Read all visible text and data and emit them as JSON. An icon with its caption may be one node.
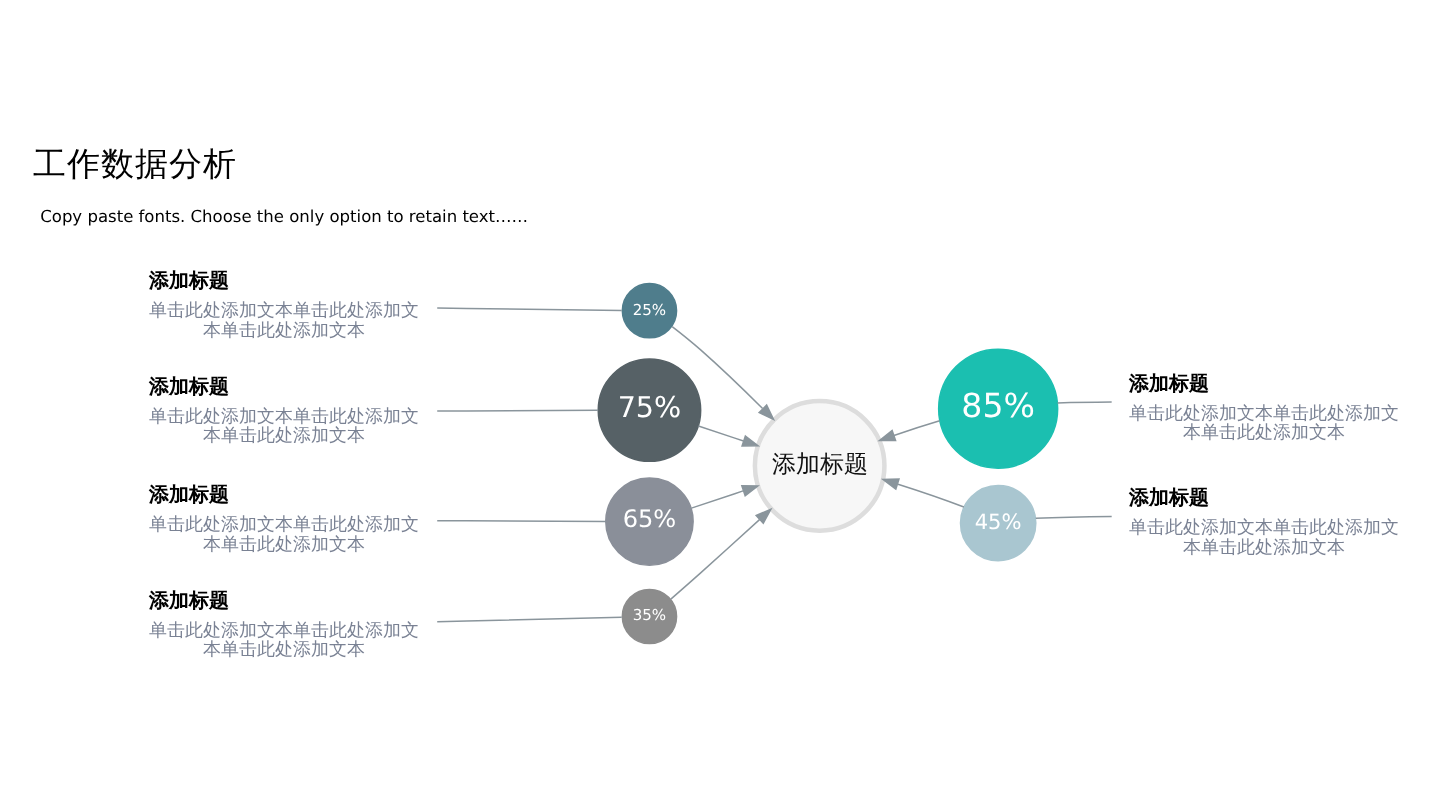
{
  "diagram": {
    "title": "工作数据分析",
    "nodes": [
      {
        "text": [
          "添加标题"
        ]
      },
      {
        "text": [
          "25%"
        ]
      },
      {
        "text": [
          "85%"
        ]
      },
      {
        "text": [
          "75%"
        ]
      },
      {
        "text": [
          "65%"
        ]
      },
      {
        "text": [
          "45%"
        ]
      },
      {
        "text": [
          "35%"
        ]
      },
      {
        "text": [
          "添加标题",
          "单击此处添加文本单击此处添加文本单击此处添加文本"
        ]
      },
      {
        "text": [
          "添加标题",
          "单击此处添加文本单击此处添加文本单击此处添加文本"
        ]
      },
      {
        "text": [
          "添加标题",
          "单击此处添加文本单击此处添加文本单击此处添加文本"
        ]
      },
      {
        "text": [
          "添加标题",
          "单击此处添加文本单击此处添加文本单击此处添加文本"
        ]
      },
      {
        "text": [
          "添加标题",
          "单击此处添加文本单击此处添加文本单击此处添加文本"
        ]
      },
      {
        "text": [
          "添加标题",
          "单击此处添加文本单击此处添加文本单击此处添加文本"
        ]
      }
    ],
    "edges": [
      {
        "from": 1,
        "to": 0,
        "arrow": "to"
      },
      {
        "from": 2,
        "to": 0,
        "arrow": "to"
      },
      {
        "from": 3,
        "to": 0,
        "arrow": "to"
      },
      {
        "from": 4,
        "to": 0,
        "arrow": "to"
      },
      {
        "from": 5,
        "to": 0,
        "arrow": "to"
      },
      {
        "from": 6,
        "to": 0,
        "arrow": "to"
      },
      {
        "from": 7,
        "to": 1,
        "arrow": "none"
      },
      {
        "from": 8,
        "to": 2,
        "arrow": "none"
      },
      {
        "from": 9,
        "to": 3,
        "arrow": "none"
      },
      {
        "from": 10,
        "to": 4,
        "arrow": "none"
      },
      {
        "from": 11,
        "to": 5,
        "arrow": "none"
      },
      {
        "from": 12,
        "to": 6,
        "arrow": "none"
      }
    ],
    "labels": [
      "Copy paste fonts. Choose the only option to retain text……"
    ]
  }
}
